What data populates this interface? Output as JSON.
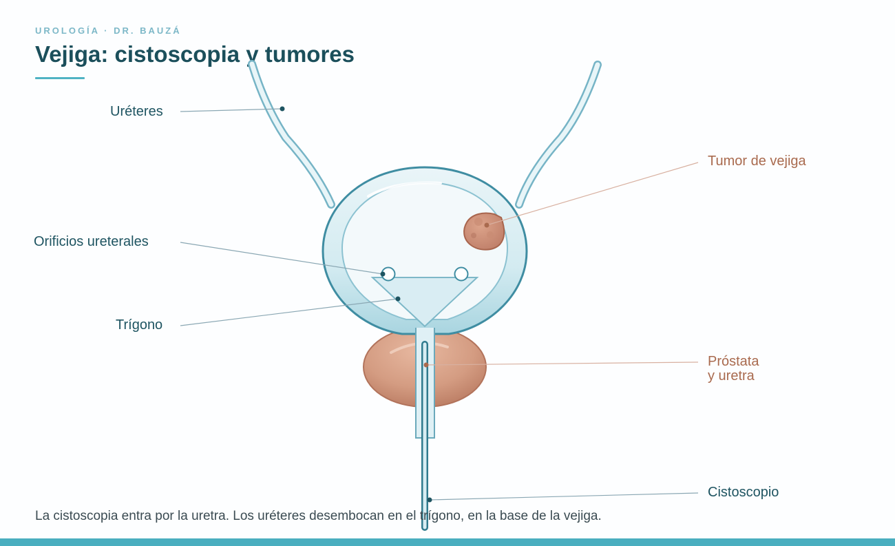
{
  "header": {
    "eyebrow": "UROLOGÍA · DR. BAUZÁ",
    "title": "Vejiga: cistoscopia y tumores"
  },
  "labels": {
    "ureteres": "Uréteres",
    "orificios": "Orificios ureterales",
    "trigono": "Trígono",
    "tumor": "Tumor de vejiga",
    "prostata_line1": "Próstata",
    "prostata_line2": "y uretra",
    "cistoscopio": "Cistoscopio"
  },
  "caption": "La cistoscopia entra por la uretra. Los uréteres desembocan en el trígono, en la base de la vejiga.",
  "colors": {
    "teal_text": "#1e5461",
    "rust_text": "#a96a4e",
    "accent": "#4aaebf"
  }
}
